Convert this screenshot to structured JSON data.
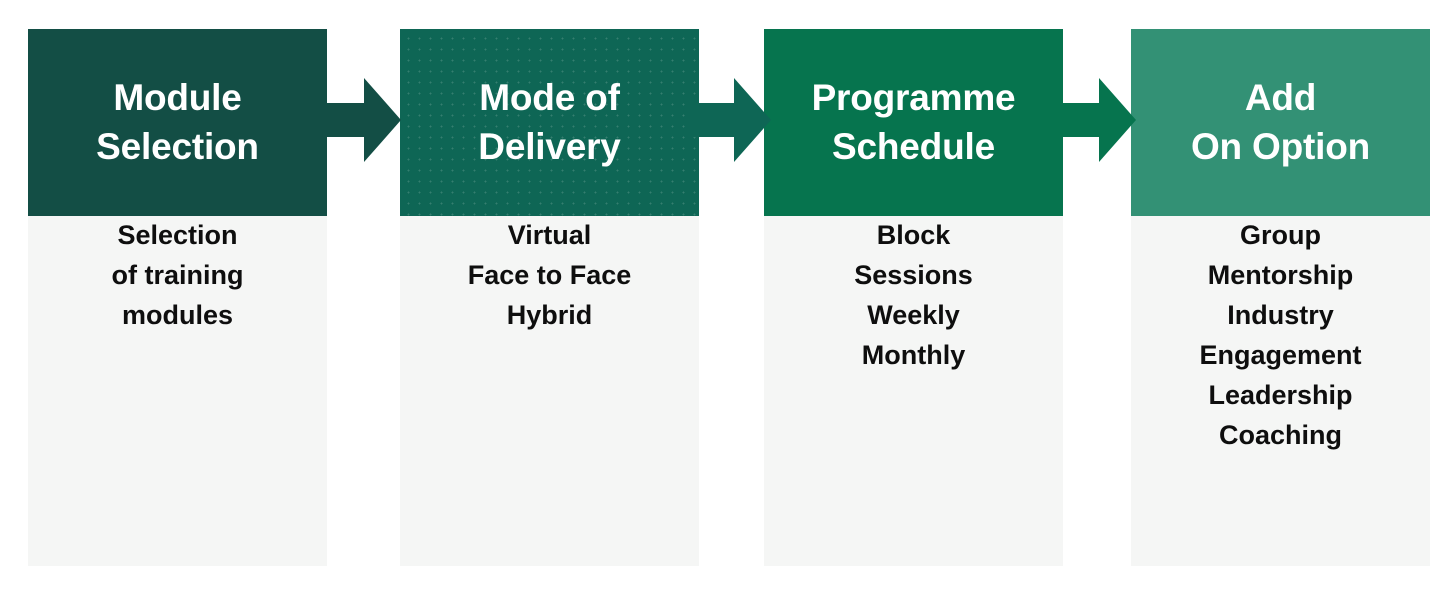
{
  "diagram": {
    "type": "process-flow",
    "orientation": "horizontal",
    "background_color": "#ffffff",
    "body_panel_color": "#f5f6f5",
    "body_text_color": "#0e0e0e",
    "header_text_color": "#ffffff",
    "stages": [
      {
        "index": 1,
        "title": "Module\nSelection",
        "title_lines": [
          "Module",
          "Selection"
        ],
        "body": "Selection\nof training\nmodules",
        "body_lines": [
          "Selection",
          "of training",
          "modules"
        ],
        "header_color": "#134e45",
        "has_dot_texture": false
      },
      {
        "index": 2,
        "title": "Mode of\nDelivery",
        "title_lines": [
          "Mode of",
          "Delivery"
        ],
        "body": "Virtual\nFace to Face\nHybrid",
        "body_lines": [
          "Virtual",
          "Face to Face",
          "Hybrid"
        ],
        "header_color": "#0e6655",
        "has_dot_texture": true
      },
      {
        "index": 3,
        "title": "Programme\nSchedule",
        "title_lines": [
          "Programme",
          "Schedule"
        ],
        "body": "Block\nSessions\nWeekly\nMonthly",
        "body_lines": [
          "Block",
          "Sessions",
          "Weekly",
          "Monthly"
        ],
        "header_color": "#06744e",
        "has_dot_texture": false
      },
      {
        "index": 4,
        "title": "Add\nOn Option",
        "title_lines": [
          "Add",
          "On Option"
        ],
        "body": "Group\nMentorship\nIndustry\nEngagement\nLeadership\nCoaching",
        "body_lines": [
          "Group",
          "Mentorship",
          "Industry",
          "Engagement",
          "Leadership",
          "Coaching"
        ],
        "header_color": "#339175",
        "has_dot_texture": false
      }
    ],
    "connectors": [
      {
        "index": 1,
        "icon": "arrow-right-icon",
        "from_stage": 1,
        "to_stage": 2,
        "color": "#134e45"
      },
      {
        "index": 2,
        "icon": "arrow-right-icon",
        "from_stage": 2,
        "to_stage": 3,
        "color": "#0e6655"
      },
      {
        "index": 3,
        "icon": "arrow-right-icon",
        "from_stage": 3,
        "to_stage": 4,
        "color": "#06744e"
      }
    ]
  }
}
